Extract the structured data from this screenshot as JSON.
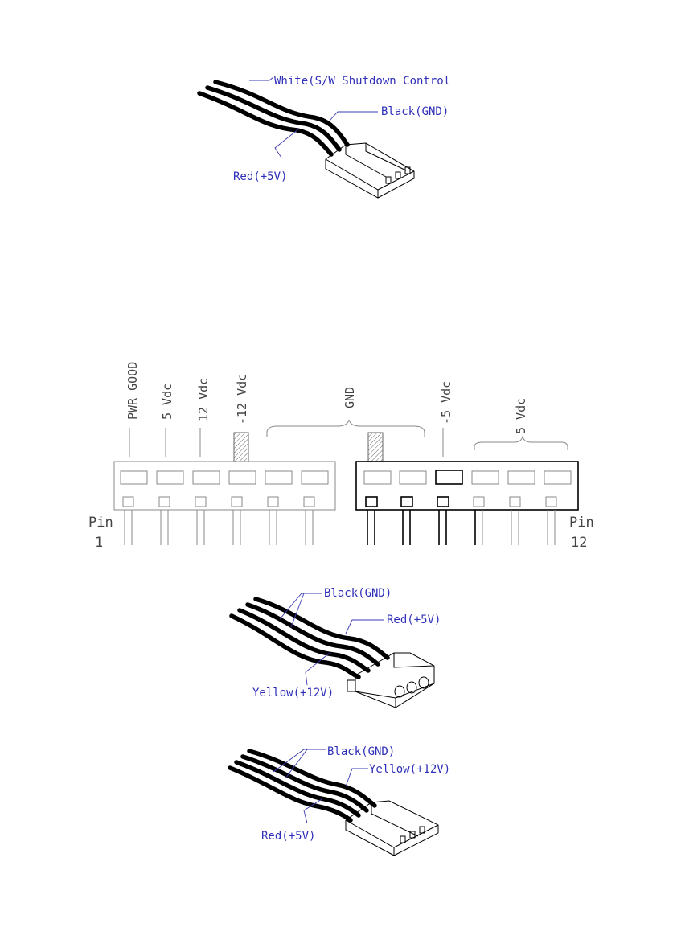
{
  "connector_3pin": {
    "labels": {
      "white": "White(S/W Shutdown Control",
      "black": "Black(GND)",
      "red": "Red(+5V)"
    }
  },
  "atx_header": {
    "signals": {
      "pwr_good": "PWR GOOD",
      "v5_a": "5 Vdc",
      "v12": "12 Vdc",
      "vneg12": "-12 Vdc",
      "gnd": "GND",
      "vneg5": "-5 Vdc",
      "v5_b": "5 Vdc"
    },
    "pin_word_left": "Pin",
    "pin_num_left": "1",
    "pin_word_right": "Pin",
    "pin_num_right": "12"
  },
  "molex_connector": {
    "labels": {
      "black": "Black(GND)",
      "red": "Red(+5V)",
      "yellow": "Yellow(+12V)"
    }
  },
  "floppy_connector": {
    "labels": {
      "black": "Black(GND)",
      "yellow": "Yellow(+12V)",
      "red": "Red(+5V)"
    }
  },
  "colors": {
    "label_blue": "#2f2fb8",
    "wire_black": "#000000",
    "outline_grey": "#8a8a8a"
  }
}
